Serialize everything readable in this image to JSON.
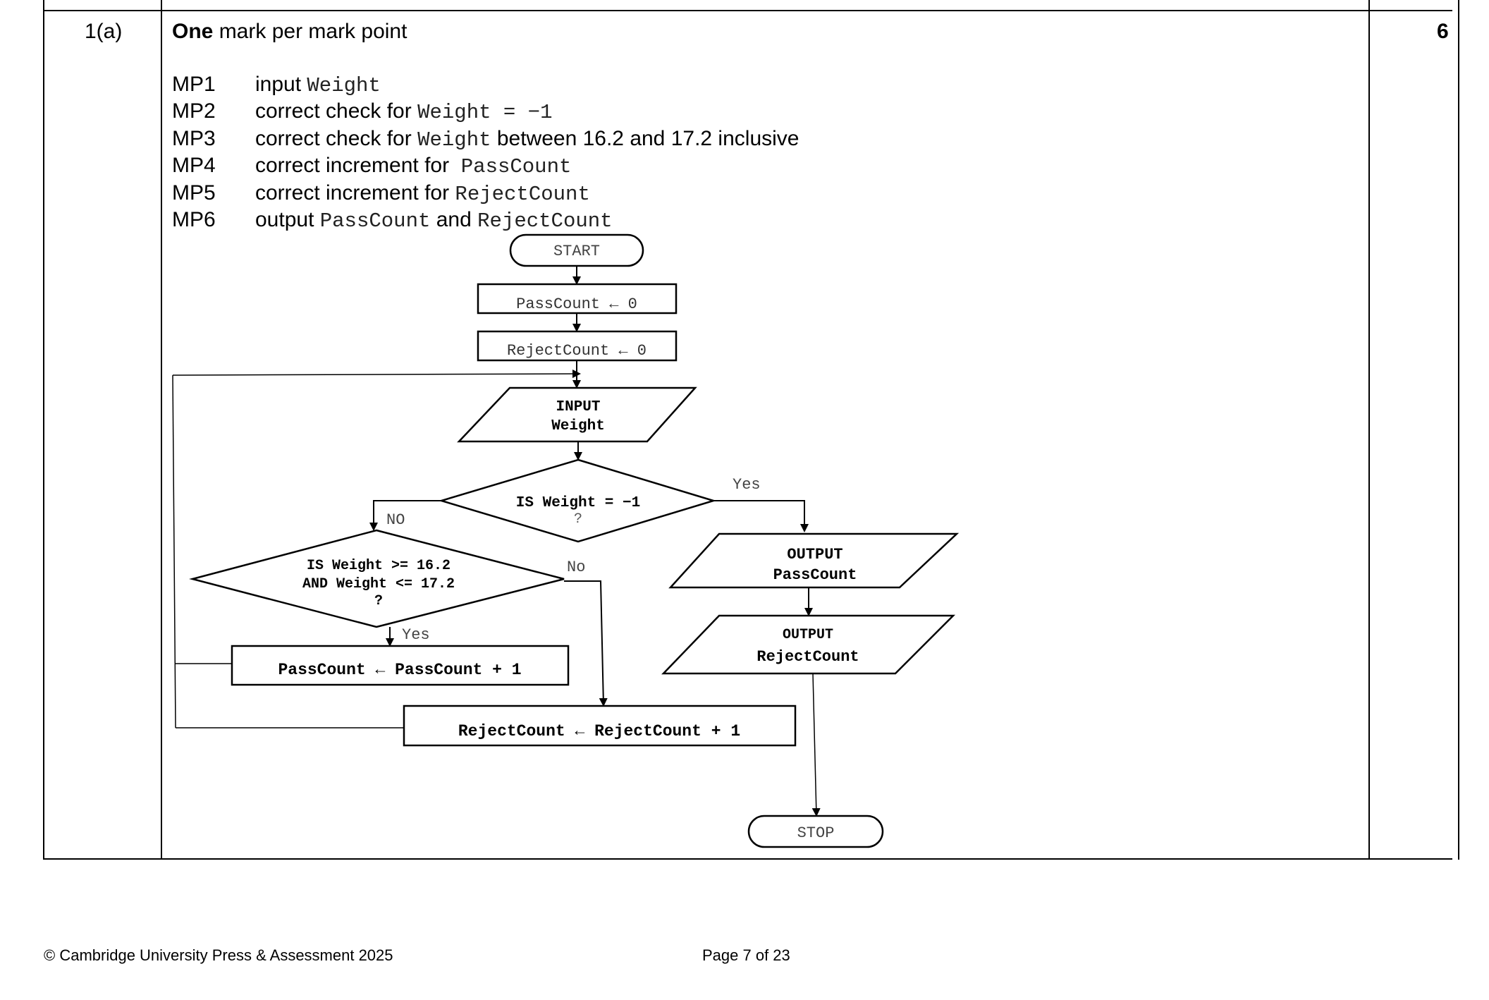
{
  "question": {
    "number": "1(a)",
    "marks": "6",
    "intro_bold": "One",
    "intro_rest": " mark per mark point"
  },
  "mark_points": [
    {
      "label": "MP1",
      "parts": [
        {
          "t": "input ",
          "code": false
        },
        {
          "t": "Weight",
          "code": true
        }
      ]
    },
    {
      "label": "MP2",
      "parts": [
        {
          "t": "correct check for ",
          "code": false
        },
        {
          "t": "Weight = −1",
          "code": true
        }
      ]
    },
    {
      "label": "MP3",
      "parts": [
        {
          "t": "correct check for ",
          "code": false
        },
        {
          "t": "Weight",
          "code": true
        },
        {
          "t": " between 16.2 and 17.2 inclusive",
          "code": false
        }
      ]
    },
    {
      "label": "MP4",
      "parts": [
        {
          "t": "correct increment for  ",
          "code": false
        },
        {
          "t": "PassCount",
          "code": true
        }
      ]
    },
    {
      "label": "MP5",
      "parts": [
        {
          "t": "correct increment for ",
          "code": false
        },
        {
          "t": "RejectCount",
          "code": true
        }
      ]
    },
    {
      "label": "MP6",
      "parts": [
        {
          "t": "output ",
          "code": false
        },
        {
          "t": "PassCount",
          "code": true
        },
        {
          "t": " and ",
          "code": false
        },
        {
          "t": "RejectCount",
          "code": true
        }
      ]
    }
  ],
  "flowchart": {
    "start": "START",
    "init_pass": "PassCount ← 0",
    "init_reject": "RejectCount ← 0",
    "input_line1": "INPUT",
    "input_line2": "Weight",
    "decision1_line1": "IS Weight = −1",
    "decision1_line2": "?",
    "yes_label_1": "Yes",
    "no_label_1": "NO",
    "decision2_line1": "IS Weight >= 16.2",
    "decision2_line2": "AND Weight <= 17.2",
    "decision2_line3": "?",
    "no_label_2": "No",
    "yes_label_2": "Yes",
    "inc_pass": "PassCount ← PassCount + 1",
    "inc_reject": "RejectCount ← RejectCount + 1",
    "output1_line1": "OUTPUT",
    "output1_line2": "PassCount",
    "output2_line1": "OUTPUT",
    "output2_line2": "RejectCount",
    "stop": "STOP"
  },
  "footer": {
    "copyright": "© Cambridge University Press & Assessment 2025",
    "page": "Page 7 of 23"
  }
}
